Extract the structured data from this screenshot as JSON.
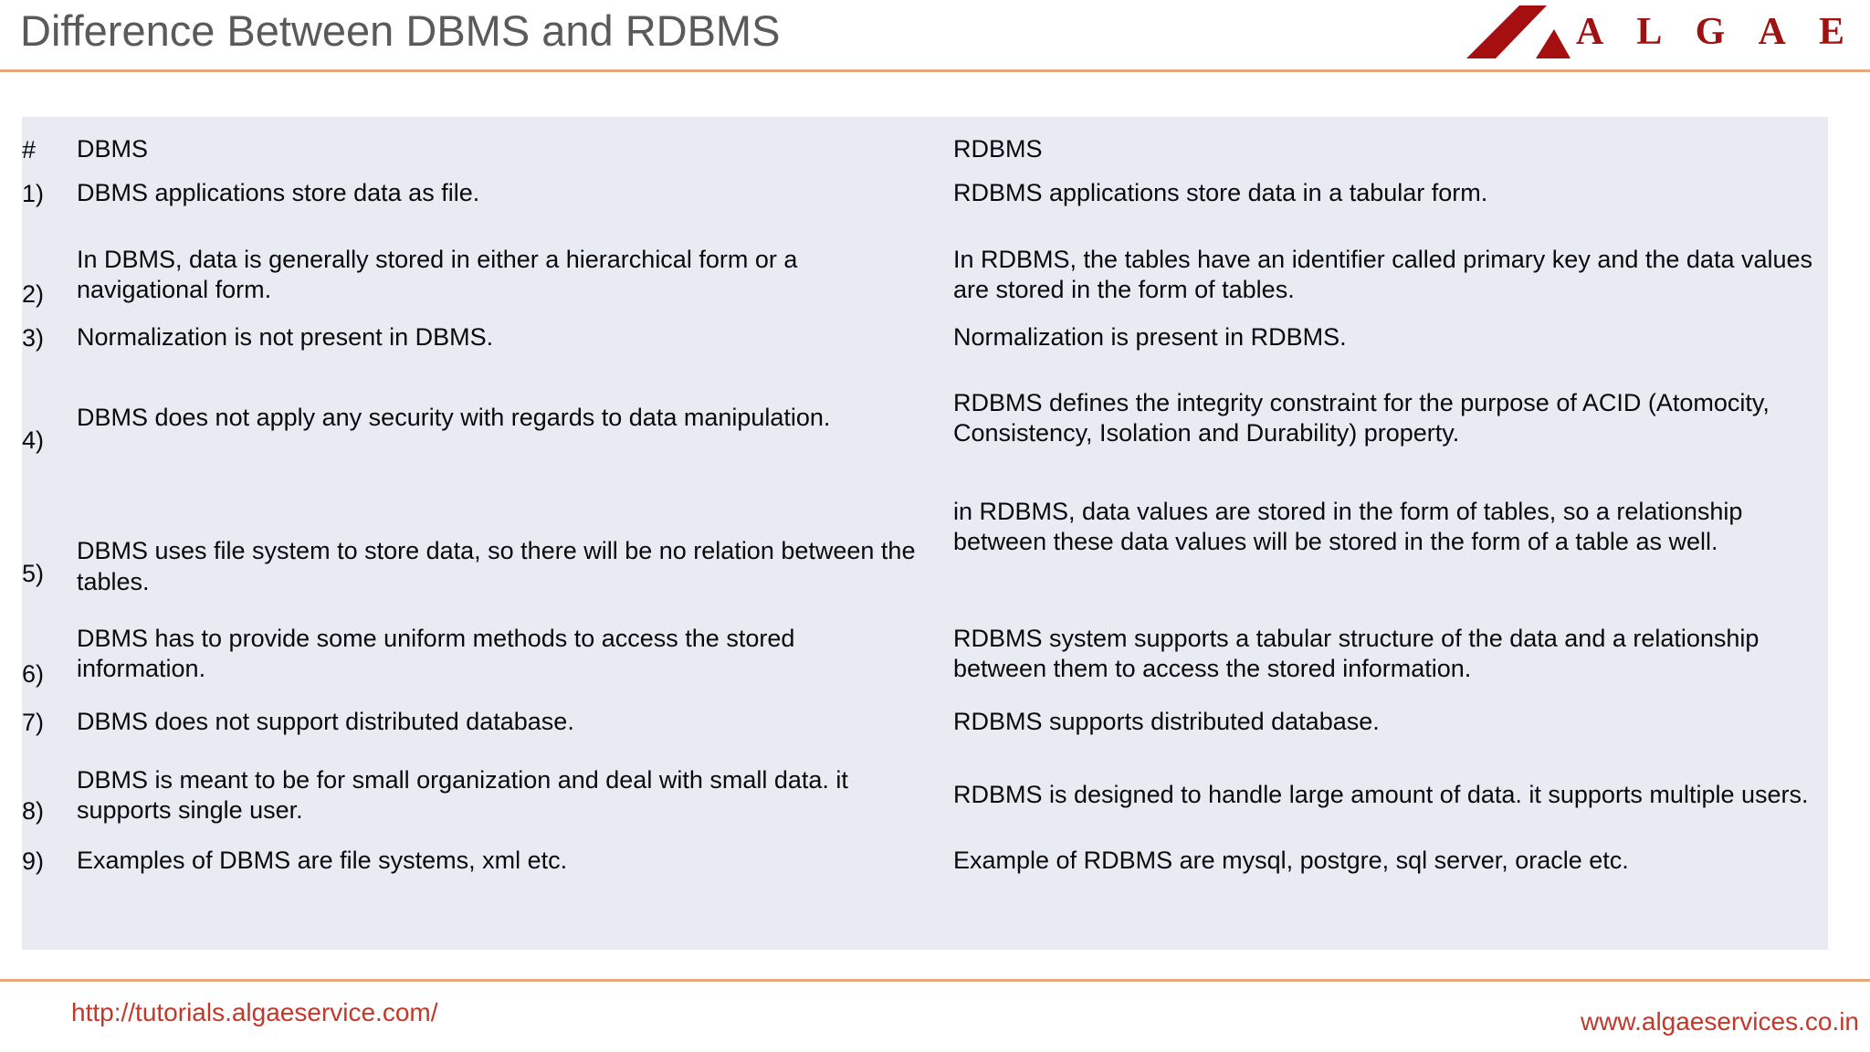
{
  "header": {
    "title": "Difference Between DBMS and RDBMS",
    "logo_text": "A L G A E",
    "logo_icon": "algae-slash-mark",
    "rule_color": "#e8a87c",
    "logo_color": "#9e1212"
  },
  "table": {
    "background": "#e9ebf3",
    "columns": {
      "num": "#",
      "dbms": "DBMS",
      "rdbms": "RDBMS"
    },
    "rows": [
      {
        "num": "1)",
        "dbms": "DBMS applications store data as file.",
        "rdbms": "RDBMS applications store data in a tabular form."
      },
      {
        "num": "2)",
        "dbms": "In DBMS, data is generally stored in either a hierarchical form or a navigational form.",
        "rdbms": "In RDBMS, the tables have an identifier called primary key and the data values are stored in the form of tables."
      },
      {
        "num": "3)",
        "dbms": "Normalization is not present in DBMS.",
        "rdbms": "Normalization is present in RDBMS."
      },
      {
        "num": "4)",
        "dbms": "DBMS does not apply any security with regards to data manipulation.",
        "rdbms": "RDBMS defines the integrity constraint for the purpose of ACID (Atomocity, Consistency, Isolation and Durability) property."
      },
      {
        "num": "5)",
        "dbms": "DBMS uses file system to store data, so there will be no relation between the tables.",
        "rdbms": "in RDBMS, data values are stored in the form of tables, so a relationship between these data values will be stored in the form of a table as well."
      },
      {
        "num": "6)",
        "dbms": "DBMS has to provide some uniform methods to access the stored information.",
        "rdbms": "RDBMS system supports a tabular structure of the data and a relationship between them to access the stored information."
      },
      {
        "num": "7)",
        "dbms": "DBMS does not support distributed database.",
        "rdbms": "RDBMS supports distributed database."
      },
      {
        "num": "8)",
        "dbms": "DBMS is meant to be for small organization and deal with small data. it supports single user.",
        "rdbms": "RDBMS is designed to handle large amount of data. it supports multiple users."
      },
      {
        "num": "9)",
        "dbms": "Examples of DBMS are file systems, xml etc.",
        "rdbms": "Example of RDBMS are mysql, postgre, sql server, oracle etc."
      }
    ]
  },
  "footer": {
    "left_link": "http://tutorials.algaeservice.com/",
    "right_link": "www.algaeservices.co.in",
    "link_color": "#c0392b",
    "rule_color": "#e8a87c"
  }
}
